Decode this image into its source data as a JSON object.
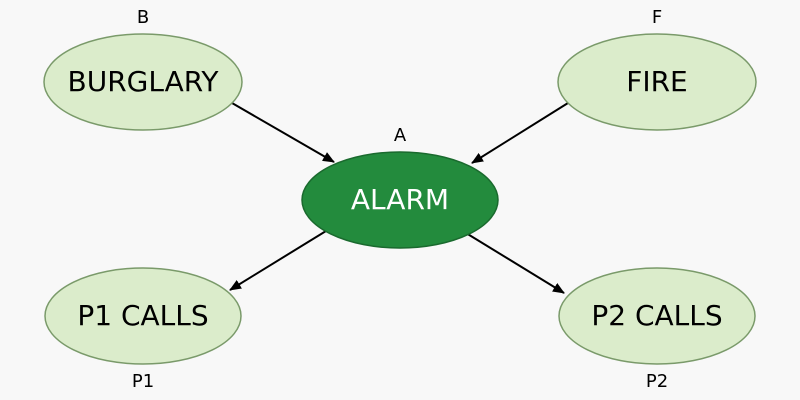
{
  "colors": {
    "background": "#f8f8f8",
    "leaf_fill": "#dbeccb",
    "leaf_stroke": "#7a9a6a",
    "center_fill": "#238b3d",
    "center_stroke": "#1a6a2e",
    "center_text": "#ffffff",
    "leaf_text": "#000000",
    "arrow": "#000000"
  },
  "nodes": {
    "burglary": {
      "label": "BURGLARY",
      "var": "B"
    },
    "fire": {
      "label": "FIRE",
      "var": "F"
    },
    "alarm": {
      "label": "ALARM",
      "var": "A"
    },
    "p1": {
      "label": "P1 CALLS",
      "var": "P1"
    },
    "p2": {
      "label": "P2 CALLS",
      "var": "P2"
    }
  },
  "edges": [
    {
      "from": "burglary",
      "to": "alarm"
    },
    {
      "from": "fire",
      "to": "alarm"
    },
    {
      "from": "alarm",
      "to": "p1"
    },
    {
      "from": "alarm",
      "to": "p2"
    }
  ]
}
